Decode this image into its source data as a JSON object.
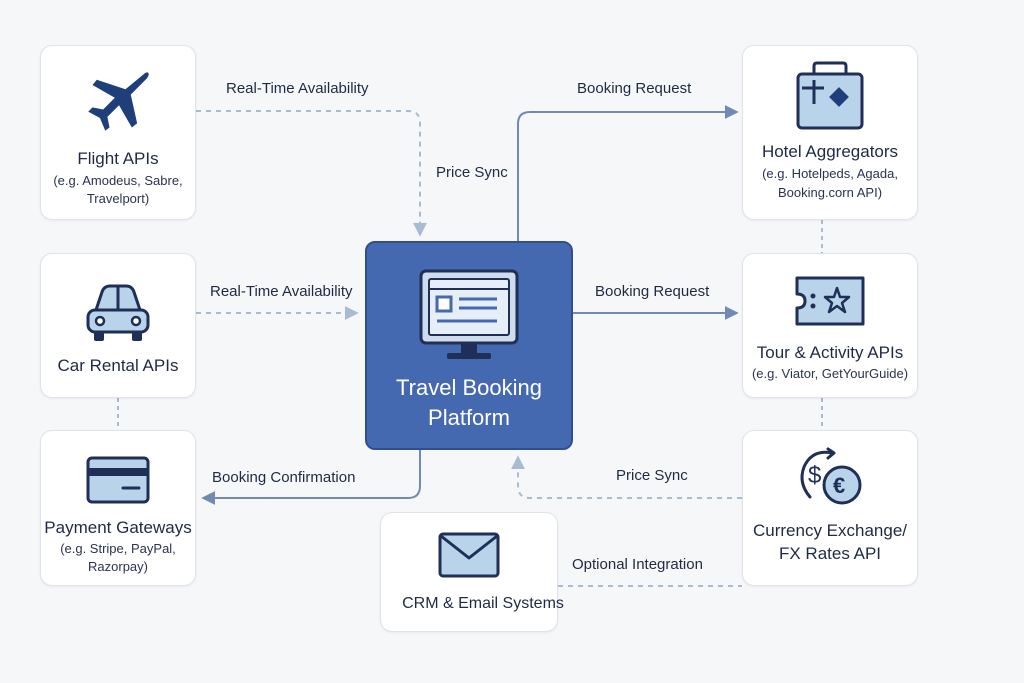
{
  "center": {
    "title_line1": "Travel Booking",
    "title_line2": "Platform",
    "icon": "monitor-icon"
  },
  "nodes": {
    "flight": {
      "title": "Flight APIs",
      "sub_line1": "(e.g. Amodeus, Sabre,",
      "sub_line2": "Travelport)",
      "icon": "airplane-icon"
    },
    "car": {
      "title": "Car Rental APIs",
      "icon": "car-icon"
    },
    "payment": {
      "title": "Payment Gateways",
      "sub_line1": "(e.g. Stripe, PayPal,",
      "sub_line2": "Razorpay)",
      "icon": "credit-card-icon"
    },
    "hotel": {
      "title": "Hotel Aggregators",
      "sub_line1": "(e.g. Hotelpeds, Agada,",
      "sub_line2": "Booking.corn API)",
      "icon": "suitcase-icon"
    },
    "tour": {
      "title": "Tour & Activity APIs",
      "sub_line1": "(e.g. Viator, GetYourGuide)",
      "icon": "ticket-star-icon"
    },
    "currency": {
      "title_line1": "Currency Exchange/",
      "title_line2": "FX Rates API",
      "icon": "currency-exchange-icon"
    },
    "crm": {
      "title": "CRM & Email Systems",
      "icon": "envelope-icon"
    }
  },
  "connections": {
    "flight_availability": "Real-Time Availability",
    "flight_price_sync": "Price Sync",
    "car_availability": "Real-Time Availability",
    "payment_confirmation": "Booking Confirmation",
    "hotel_booking_request": "Booking Request",
    "tour_booking_request": "Booking Request",
    "currency_price_sync": "Price Sync",
    "crm_optional": "Optional Integration"
  },
  "colors": {
    "background": "#f6f7f9",
    "center_fill": "#4569b0",
    "connector": "#6f8bb3",
    "icon_stroke": "#1f2f57",
    "icon_fill": "#b9d3ea"
  }
}
